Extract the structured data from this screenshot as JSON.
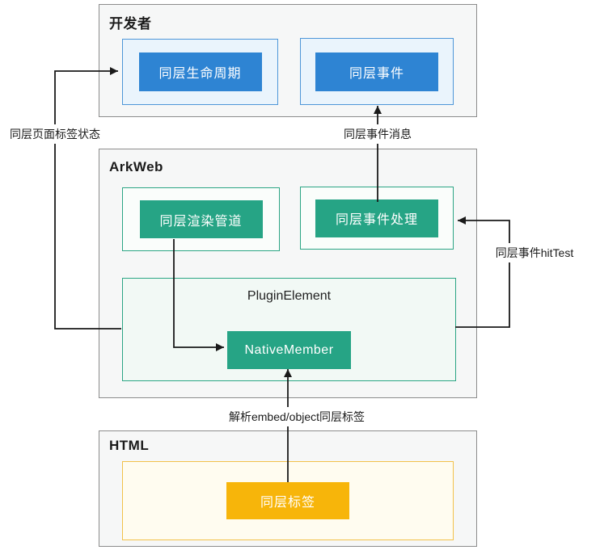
{
  "containers": {
    "developer": {
      "title": "开发者"
    },
    "arkweb": {
      "title": "ArkWeb"
    },
    "plugin": {
      "title": "PluginElement"
    },
    "html": {
      "title": "HTML"
    }
  },
  "nodes": {
    "lifecycle": {
      "label": "同层生命周期"
    },
    "event": {
      "label": "同层事件"
    },
    "render_pipeline": {
      "label": "同层渲染管道"
    },
    "event_handler": {
      "label": "同层事件处理"
    },
    "native_member": {
      "label": "NativeMember"
    },
    "same_layer_tag": {
      "label": "同层标签"
    }
  },
  "edge_labels": {
    "page_tag_state": "同层页面标签状态",
    "event_message": "同层事件消息",
    "hit_test": "同层事件hitTest",
    "parse_tag": "解析embed/object同层标签"
  },
  "colors": {
    "blue_button": "#2E84D3",
    "blue_border": "#4D96D8",
    "blue_bg": "#EAF4FC",
    "teal_button": "#26A485",
    "teal_border": "#2BA584",
    "plugin_bg": "#F2F9F5",
    "yellow_button": "#F7B50A",
    "yellow_border": "#F2C14A",
    "yellow_bg": "#FFFCF0",
    "frame_bg": "#F6F7F7",
    "frame_border": "#8C8C8C",
    "arrow": "#1A1A1A"
  }
}
